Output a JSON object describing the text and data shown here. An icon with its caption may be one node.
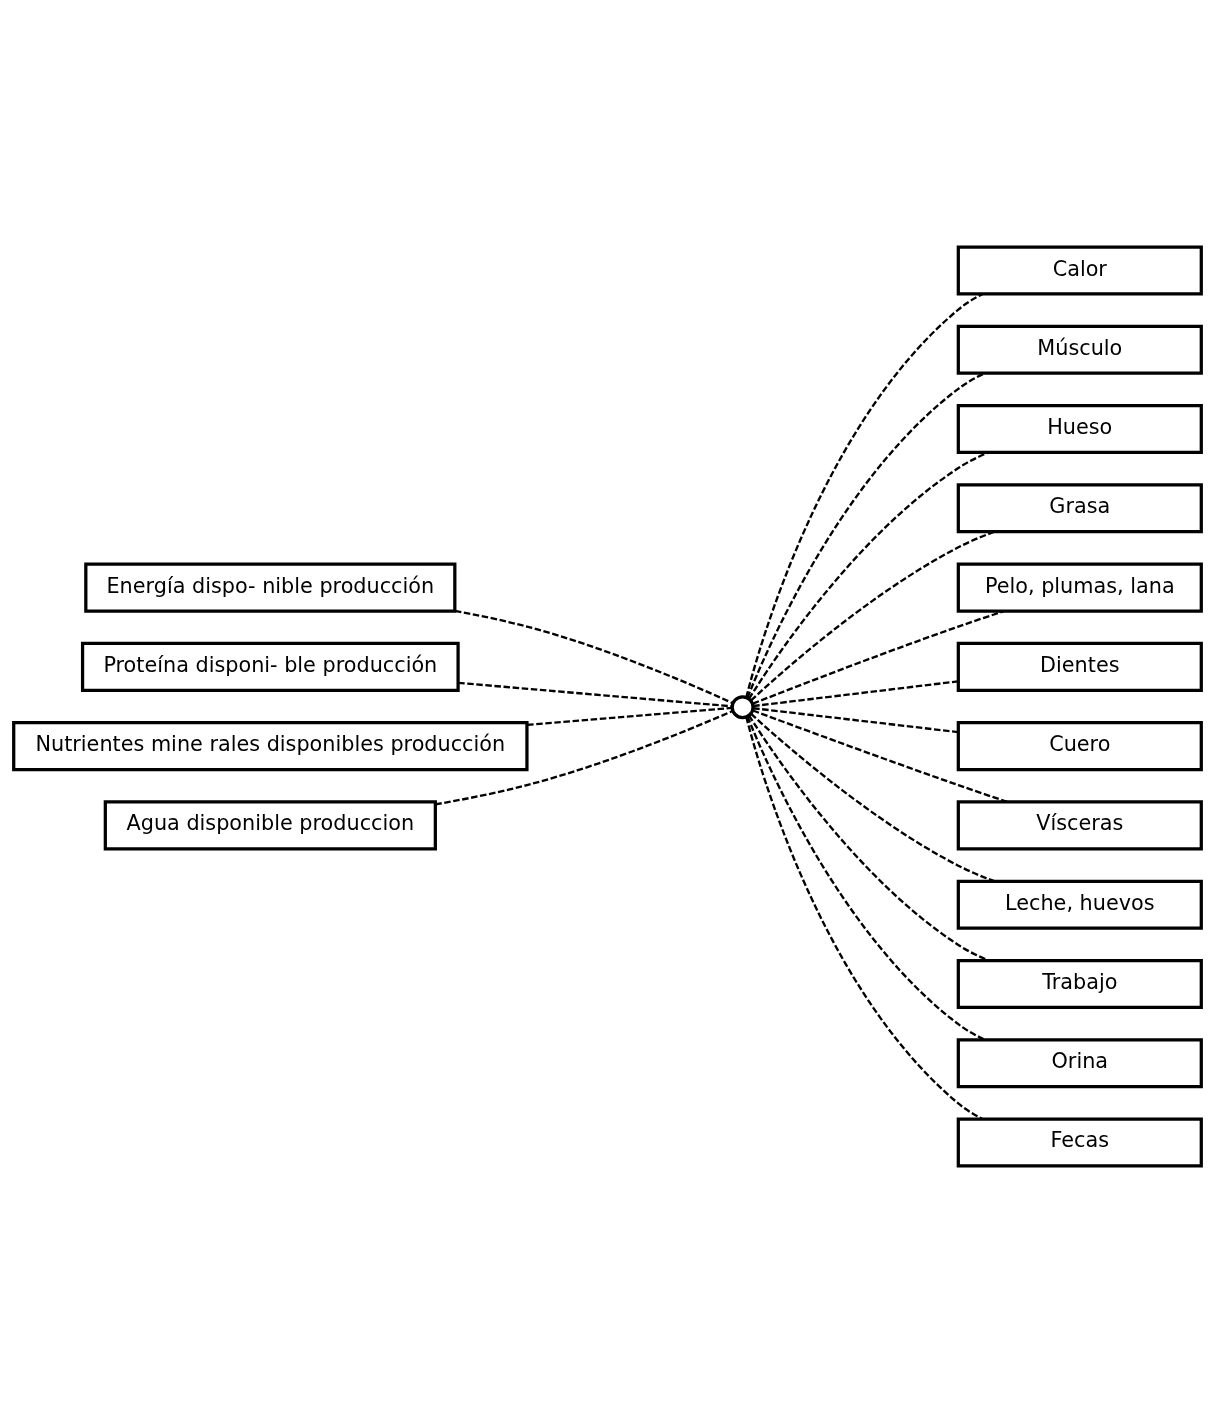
{
  "diagram": {
    "nodes": [
      {
        "text": [
          "Energía dispo- nible producción"
        ]
      },
      {
        "text": [
          "Proteína disponi- ble producción"
        ]
      },
      {
        "text": [
          "Nutrientes mine rales disponibles producción"
        ]
      },
      {
        "text": [
          "Agua disponible produccion"
        ]
      },
      {
        "text": [],
        "shape": "circle"
      },
      {
        "text": [
          "Calor"
        ]
      },
      {
        "text": [
          "Músculo"
        ]
      },
      {
        "text": [
          "Hueso"
        ]
      },
      {
        "text": [
          "Grasa"
        ]
      },
      {
        "text": [
          "Pelo, plumas, lana"
        ]
      },
      {
        "text": [
          "Dientes"
        ]
      },
      {
        "text": [
          "Cuero"
        ]
      },
      {
        "text": [
          "Vísceras"
        ]
      },
      {
        "text": [
          "Leche, huevos"
        ]
      },
      {
        "text": [
          "Trabajo"
        ]
      },
      {
        "text": [
          "Orina"
        ]
      },
      {
        "text": [
          "Fecas"
        ]
      }
    ],
    "edges": [
      {
        "from": 0,
        "to": 4,
        "arrow": "none",
        "style": "dashed"
      },
      {
        "from": 1,
        "to": 4,
        "arrow": "none",
        "style": "dashed"
      },
      {
        "from": 2,
        "to": 4,
        "arrow": "none",
        "style": "dashed"
      },
      {
        "from": 3,
        "to": 4,
        "arrow": "none",
        "style": "dashed"
      },
      {
        "from": 4,
        "to": 5,
        "arrow": "none",
        "style": "dashed"
      },
      {
        "from": 4,
        "to": 6,
        "arrow": "none",
        "style": "dashed"
      },
      {
        "from": 4,
        "to": 7,
        "arrow": "none",
        "style": "dashed"
      },
      {
        "from": 4,
        "to": 8,
        "arrow": "none",
        "style": "dashed"
      },
      {
        "from": 4,
        "to": 9,
        "arrow": "none",
        "style": "dashed"
      },
      {
        "from": 4,
        "to": 10,
        "arrow": "none",
        "style": "dashed"
      },
      {
        "from": 4,
        "to": 11,
        "arrow": "none",
        "style": "dashed"
      },
      {
        "from": 4,
        "to": 12,
        "arrow": "none",
        "style": "dashed"
      },
      {
        "from": 4,
        "to": 13,
        "arrow": "none",
        "style": "dashed"
      },
      {
        "from": 4,
        "to": 14,
        "arrow": "none",
        "style": "dashed"
      },
      {
        "from": 4,
        "to": 15,
        "arrow": "none",
        "style": "dashed"
      },
      {
        "from": 4,
        "to": 16,
        "arrow": "none",
        "style": "dashed"
      }
    ]
  }
}
